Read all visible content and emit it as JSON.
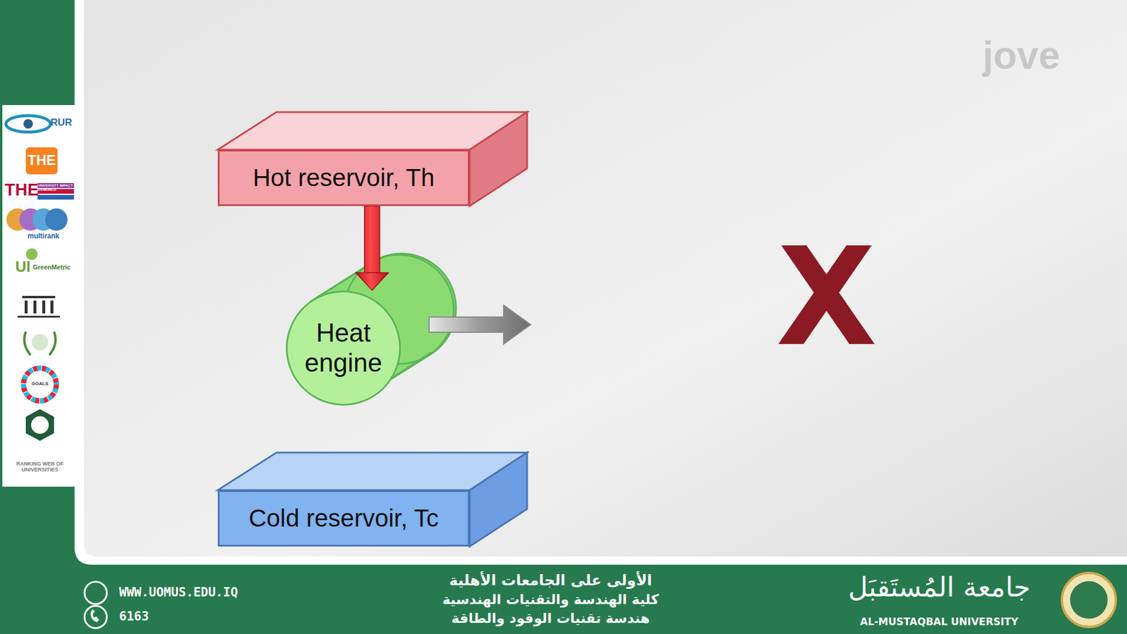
{
  "diagram": {
    "nodes": [
      {
        "text": [
          "Hot reservoir, Th"
        ]
      },
      {
        "text": [
          "Heat engine"
        ]
      },
      {
        "text": [
          "Cold reservoir, Tc"
        ]
      }
    ],
    "edges": [
      {
        "from": 0,
        "to": 1,
        "arrow": "to"
      }
    ],
    "labels": [
      "jove",
      "RUR",
      "THE",
      "THE",
      "UNIVERSITY IMPACT RANKINGS",
      "multirank",
      "UI",
      "GreenMetric",
      "GOALS",
      "RANKING WEB OF UNIVERSITIES",
      "WWW.UOMUS.EDU.IQ",
      "6163",
      "الأولى على الجامعات الأهلية",
      "كلية الهندسة والتقنيات الهندسية",
      "هندسة تقنيات الوقود والطاقة",
      "جامعة المُستَقبَل",
      "AL-MUSTAQBAL UNIVERSITY"
    ]
  }
}
